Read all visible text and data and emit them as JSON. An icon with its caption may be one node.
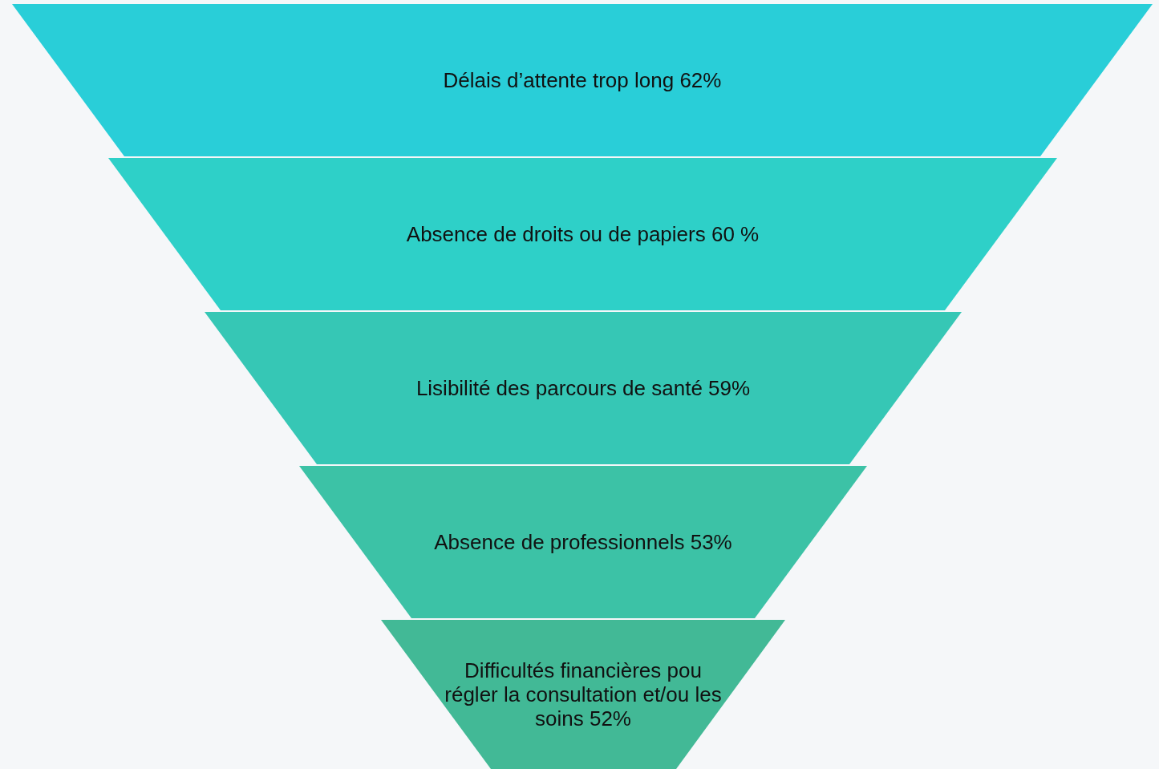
{
  "diagram": {
    "nodes": [
      {
        "text": [
          "Délais d’attente trop long 62%"
        ]
      },
      {
        "text": [
          "Absence de droits ou de papiers 60 %"
        ]
      },
      {
        "text": [
          "Lisibilité des parcours de santé 59%"
        ]
      },
      {
        "text": [
          "Absence de professionnels 53%"
        ]
      },
      {
        "text": [
          "Difficultés financières pou régler la consultation et/ou les soins 52%"
        ]
      }
    ]
  }
}
